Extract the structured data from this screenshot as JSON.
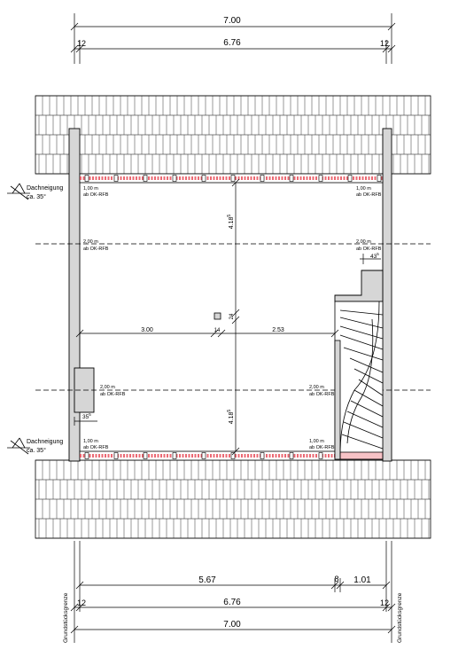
{
  "dimensions": {
    "top_total": "7.00",
    "top_left_wall": "12",
    "top_inner": "6.76",
    "top_right_wall": "12",
    "bottom_seg1": "5.67",
    "bottom_seg2": "8",
    "bottom_seg3": "1.01",
    "bottom_left_wall": "12",
    "bottom_inner": "6.76",
    "bottom_right_wall": "12",
    "bottom_total": "7.00",
    "horiz_left": "3.00",
    "horiz_mid": "14",
    "horiz_right": "2.53",
    "vert_upper": "4.18",
    "vert_upper_sup": "5",
    "vert_mid": "24",
    "vert_lower": "4.18",
    "vert_lower_sup": "5",
    "right_wall_sup_main": "43",
    "right_wall_sup_exp": "5",
    "left_wall_main": "35",
    "left_wall_exp": "5"
  },
  "roof": {
    "pitch_label": "Dachneigung",
    "pitch_value": "ca. 35°"
  },
  "height_labels": {
    "h100": "1,00 m",
    "h200": "2,00 m",
    "ref": "ab OK-RFB"
  },
  "boundary": {
    "label": "Grundstücksgrenze"
  },
  "colors": {
    "line": "#000000",
    "wall_fill": "#d6d6d6",
    "insulation": "#e8505b",
    "tile_line": "#333333"
  }
}
